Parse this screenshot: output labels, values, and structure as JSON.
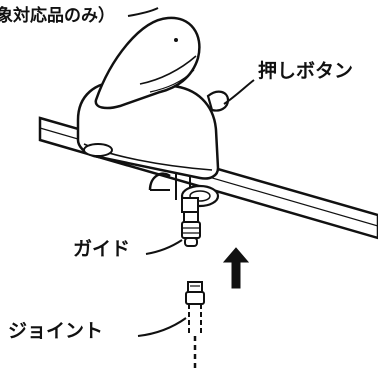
{
  "labels": {
    "note": "象対応品のみ）",
    "push_button": "押しボタン",
    "guide": "ガイド",
    "joint": "ジョイント"
  },
  "colors": {
    "line": "#111111",
    "fill": "#ffffff",
    "arrow": "#111111"
  },
  "icons": {
    "direction_arrow": "up-arrow-icon"
  }
}
